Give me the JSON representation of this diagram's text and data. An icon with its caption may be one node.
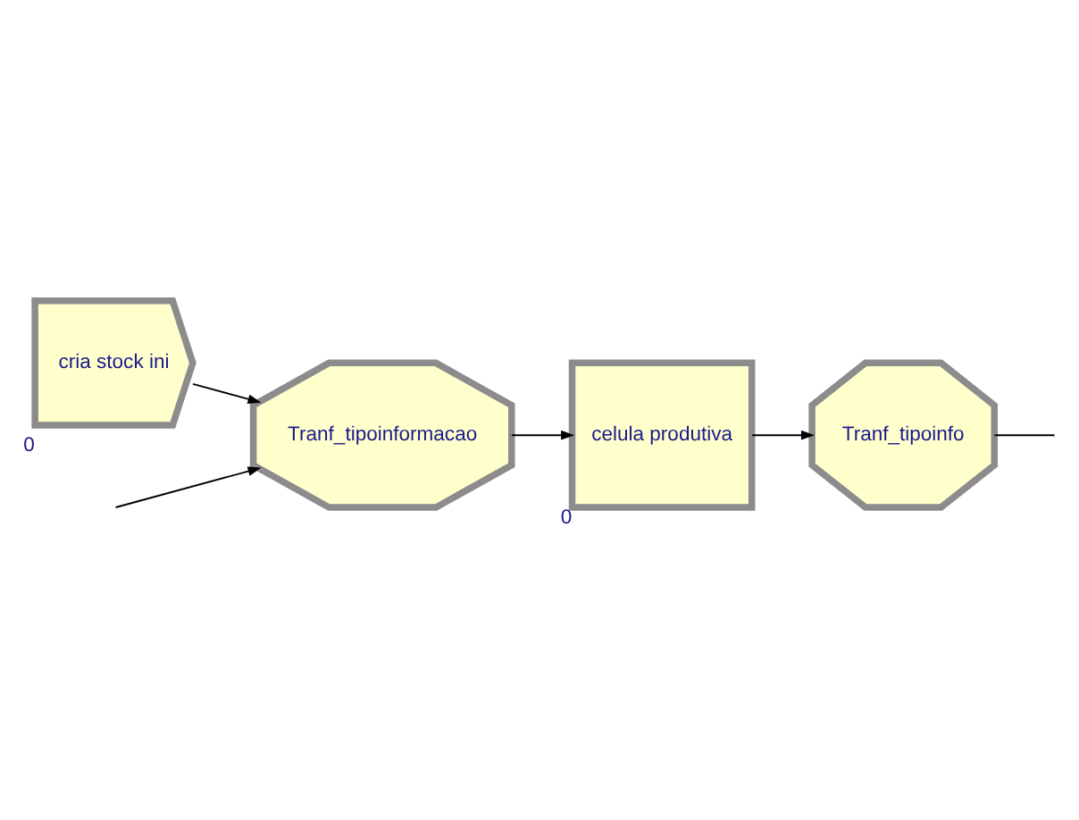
{
  "diagram": {
    "nodes": [
      {
        "text": [
          "cria stock ini"
        ],
        "beside": [
          "0"
        ]
      },
      {
        "text": [
          "Tranf_tipoinformacao"
        ]
      },
      {
        "text": [
          "celula produtiva"
        ],
        "beside": [
          "0"
        ]
      },
      {
        "text": [
          "Tranf_tipoinfo"
        ]
      }
    ],
    "edges": [
      {
        "from": 0,
        "to": 1,
        "arrow": "to"
      },
      {
        "from": null,
        "to": 1,
        "arrow": "to"
      },
      {
        "from": 1,
        "to": 2,
        "arrow": "to"
      },
      {
        "from": 2,
        "to": 3,
        "arrow": "to"
      },
      {
        "from": 3,
        "to": null,
        "arrow": "none"
      }
    ]
  }
}
